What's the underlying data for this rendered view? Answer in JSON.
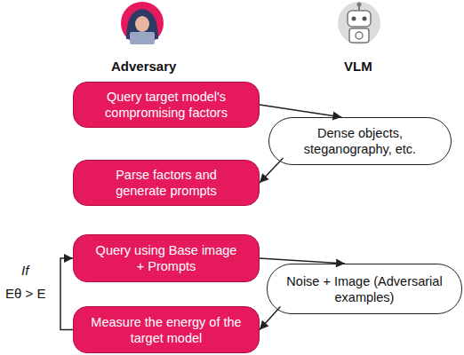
{
  "diagram": {
    "nodes": [
      {
        "text": [
          "Query target model's compromising factors"
        ]
      },
      {
        "text": [
          "Dense objects, steganography, etc."
        ]
      },
      {
        "text": [
          "Parse factors and generate prompts"
        ]
      },
      {
        "text": [
          "Query using Base image + Prompts"
        ]
      },
      {
        "text": [
          "Noise + Image (Adversarial examples)"
        ]
      },
      {
        "text": [
          "Measure the energy of the target model"
        ]
      }
    ],
    "edges": [
      {
        "from": 0,
        "to": 1,
        "arrow": "to"
      },
      {
        "from": 1,
        "to": 2,
        "arrow": "to"
      },
      {
        "from": 3,
        "to": 4,
        "arrow": "to"
      },
      {
        "from": 4,
        "to": 5,
        "arrow": "to"
      },
      {
        "from": 5,
        "to": 3,
        "label": "If",
        "arrow": "to"
      }
    ],
    "labels": [
      "Adversary",
      "VLM",
      "Eθ > E"
    ]
  }
}
